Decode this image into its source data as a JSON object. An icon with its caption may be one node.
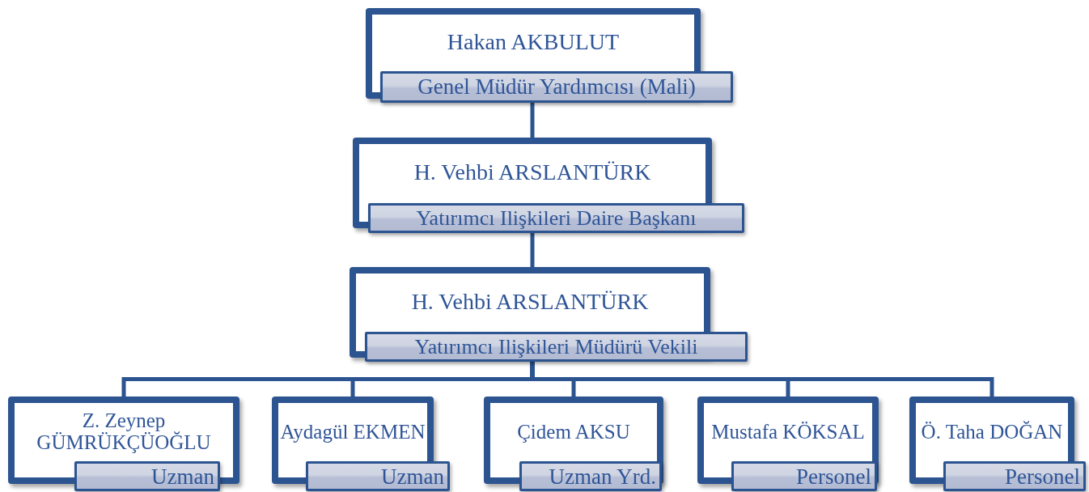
{
  "diagram": {
    "nodes": [
      {
        "text": [
          "Hakan AKBULUT",
          "Genel Müdür Yardımcısı (Mali)"
        ]
      },
      {
        "text": [
          "H. Vehbi ARSLANTÜRK",
          "Yatırımcı Ilişkileri Daire Başkanı"
        ]
      },
      {
        "text": [
          "H. Vehbi ARSLANTÜRK",
          "Yatırımcı Ilişkileri Müdürü Vekili"
        ]
      },
      {
        "text": [
          "Z. Zeynep GÜMRÜKÇÜOĞLU",
          "Uzman"
        ]
      },
      {
        "text": [
          "Aydagül EKMEN",
          "Uzman"
        ]
      },
      {
        "text": [
          "Çidem AKSU",
          "Uzman Yrd."
        ]
      },
      {
        "text": [
          "Mustafa KÖKSAL",
          "Personel"
        ]
      },
      {
        "text": [
          "Ö. Taha DOĞAN",
          "Personel"
        ]
      }
    ],
    "edges": [
      {
        "from": 0,
        "to": 1,
        "arrow": "none"
      },
      {
        "from": 1,
        "to": 2,
        "arrow": "none"
      },
      {
        "from": 2,
        "to": 3,
        "arrow": "none"
      },
      {
        "from": 2,
        "to": 4,
        "arrow": "none"
      },
      {
        "from": 2,
        "to": 5,
        "arrow": "none"
      },
      {
        "from": 2,
        "to": 6,
        "arrow": "none"
      },
      {
        "from": 2,
        "to": 7,
        "arrow": "none"
      }
    ]
  }
}
